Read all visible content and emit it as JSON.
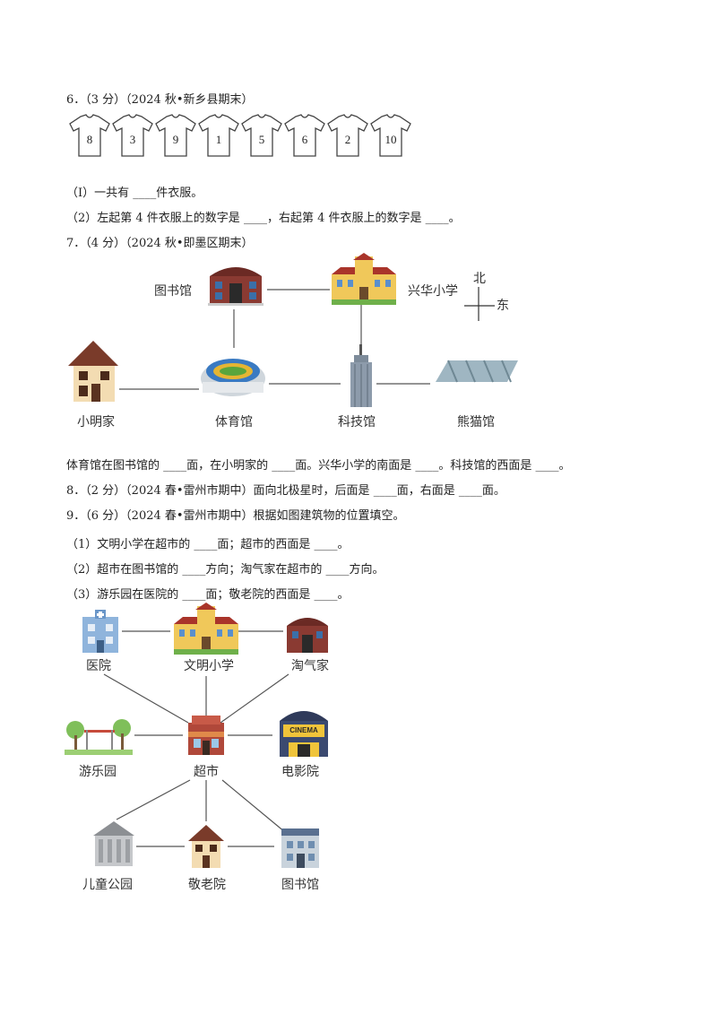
{
  "q6": {
    "header": "6．（3 分）（2024 秋•新乡县期末）",
    "shirt_numbers": [
      "8",
      "3",
      "9",
      "1",
      "5",
      "6",
      "2",
      "10"
    ],
    "line1": "（I）一共有 ____件衣服。",
    "line2": "（2）左起第 4 件衣服上的数字是 ____，右起第 4 件衣服上的数字是 ____。"
  },
  "q7": {
    "header": "7．（4 分）（2024 秋•即墨区期末）",
    "labels": {
      "library": "图书馆",
      "school": "兴华小学",
      "north": "北",
      "east": "东",
      "xiaoming": "小明家",
      "gym": "体育馆",
      "science": "科技馆",
      "panda": "熊猫馆"
    },
    "question": "体育馆在图书馆的 ____面，在小明家的 ____面。兴华小学的南面是 ____。科技馆的西面是 ____。"
  },
  "q8": {
    "text": "8．（2 分）（2024 春•雷州市期中）面向北极星时，后面是 ____面，右面是 ____面。"
  },
  "q9": {
    "header": "9．（6 分）（2024 春•雷州市期中）根据如图建筑物的位置填空。",
    "line1": "（1）文明小学在超市的 ____面；超市的西面是 ____。",
    "line2": "（2）超市在图书馆的 ____方向；淘气家在超市的 ____方向。",
    "line3": "（3）游乐园在医院的 ____面；敬老院的西面是 ____。",
    "labels": {
      "hospital": "医院",
      "school": "文明小学",
      "taoqi": "淘气家",
      "park": "游乐园",
      "supermarket": "超市",
      "cinema": "电影院",
      "cinema_sign": "CINEMA",
      "kids_park": "儿童公园",
      "elderly": "敬老院",
      "library": "图书馆"
    }
  }
}
